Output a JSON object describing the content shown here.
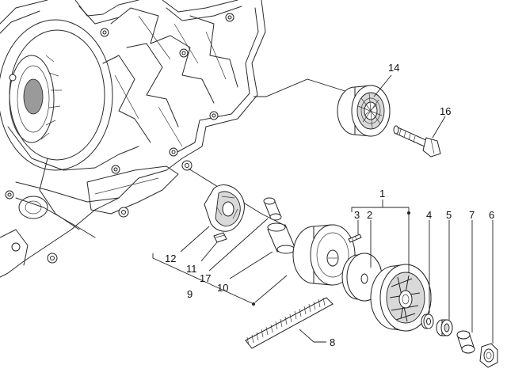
{
  "callouts": {
    "c1": "1",
    "c2": "2",
    "c3": "3",
    "c4": "4",
    "c5": "5",
    "c6": "6",
    "c7": "7",
    "c8": "8",
    "c9": "9",
    "c10": "10",
    "c11": "11",
    "c12": "12",
    "c14": "14",
    "c16": "16",
    "c17": "17"
  }
}
